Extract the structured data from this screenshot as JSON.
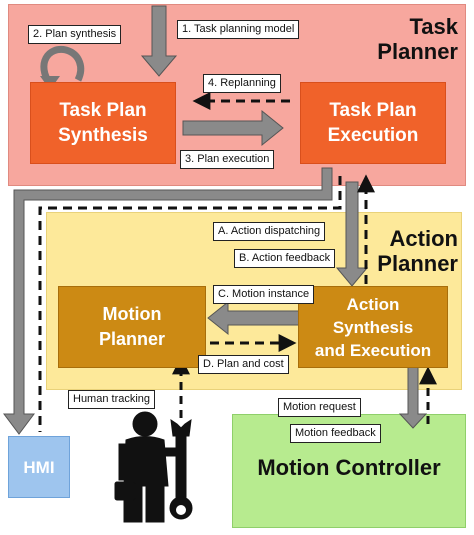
{
  "task_planner": {
    "title_line1": "Task",
    "title_line2": "Planner",
    "synthesis_line1": "Task Plan",
    "synthesis_line2": "Synthesis",
    "execution_line1": "Task Plan",
    "execution_line2": "Execution"
  },
  "action_planner": {
    "title_line1": "Action",
    "title_line2": "Planner",
    "motion_line1": "Motion",
    "motion_line2": "Planner",
    "action_line1": "Action",
    "action_line2": "Synthesis",
    "action_line3": "and Execution"
  },
  "motion_controller": {
    "title": "Motion Controller"
  },
  "hmi": {
    "label": "HMI"
  },
  "labels": {
    "task_planning_model": "1. Task planning model",
    "plan_synthesis": "2. Plan synthesis",
    "plan_execution": "3. Plan execution",
    "replanning": "4. Replanning",
    "action_dispatching": "A. Action dispatching",
    "action_feedback": "B. Action feedback",
    "motion_instance": "C. Motion instance",
    "plan_and_cost": "D. Plan and cost",
    "human_tracking": "Human tracking",
    "motion_request": "Motion request",
    "motion_feedback": "Motion feedback"
  },
  "icons": [
    "worker-with-wrench-icon"
  ],
  "colors": {
    "task_region": "#f7a79e",
    "action_region": "#fde99a",
    "motion_controller_region": "#b7eb8f",
    "task_box": "#f0622a",
    "action_box": "#cc8a14",
    "hmi_box": "#9ec5ee",
    "arrow_gray": "#8a8a8a"
  }
}
